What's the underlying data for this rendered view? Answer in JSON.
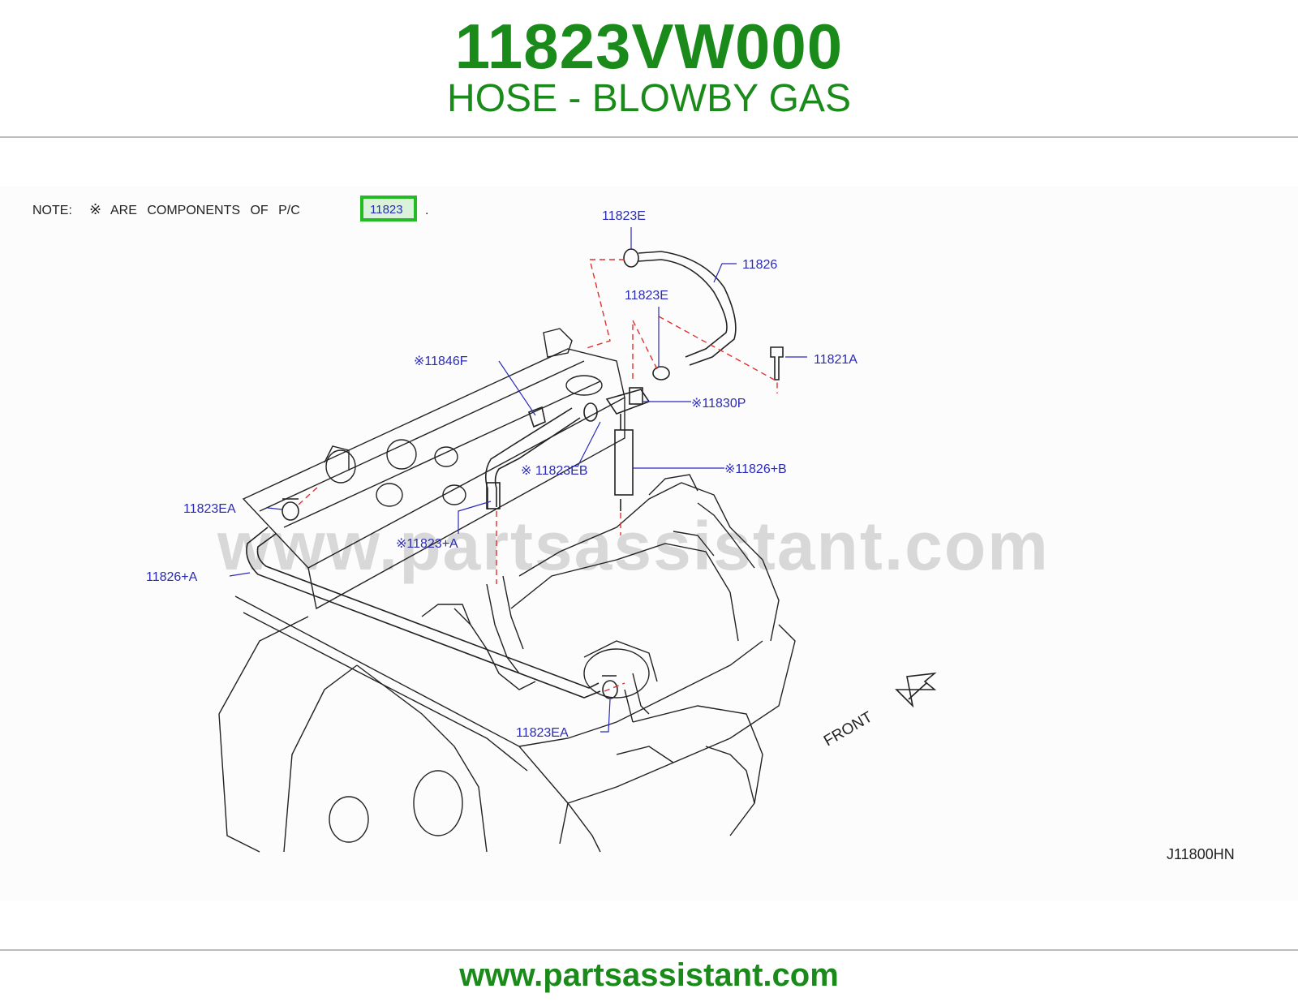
{
  "header": {
    "part_number": "11823VW000",
    "part_name": "HOSE - BLOWBY GAS"
  },
  "note": {
    "prefix": "NOTE:",
    "mark": "※",
    "text": "ARE COMPONENTS OF P/C",
    "highlighted_code": "11823",
    "suffix": "."
  },
  "callouts": {
    "c_11823E_top": "11823E",
    "c_11826": "11826",
    "c_11823E_mid": "11823E",
    "c_11821A": "11821A",
    "c_11846F": "※11846F",
    "c_11830P": "※11830P",
    "c_11823EB": "※ 11823EB",
    "c_11826B": "※11826+B",
    "c_11823EA_left": "11823EA",
    "c_11823A": "※11823+A",
    "c_11826A": "11826+A",
    "c_11823EA_bottom": "11823EA"
  },
  "front_label": "FRONT",
  "diagram_code": "J11800HN",
  "watermark": "www.partsassistant.com",
  "footer": {
    "url": "www.partsassistant.com"
  },
  "colors": {
    "brand_green": "#1a8a1a",
    "callout_blue": "#2a2ab8",
    "leader_red": "#e03030",
    "highlight_box": "#22bb22"
  }
}
